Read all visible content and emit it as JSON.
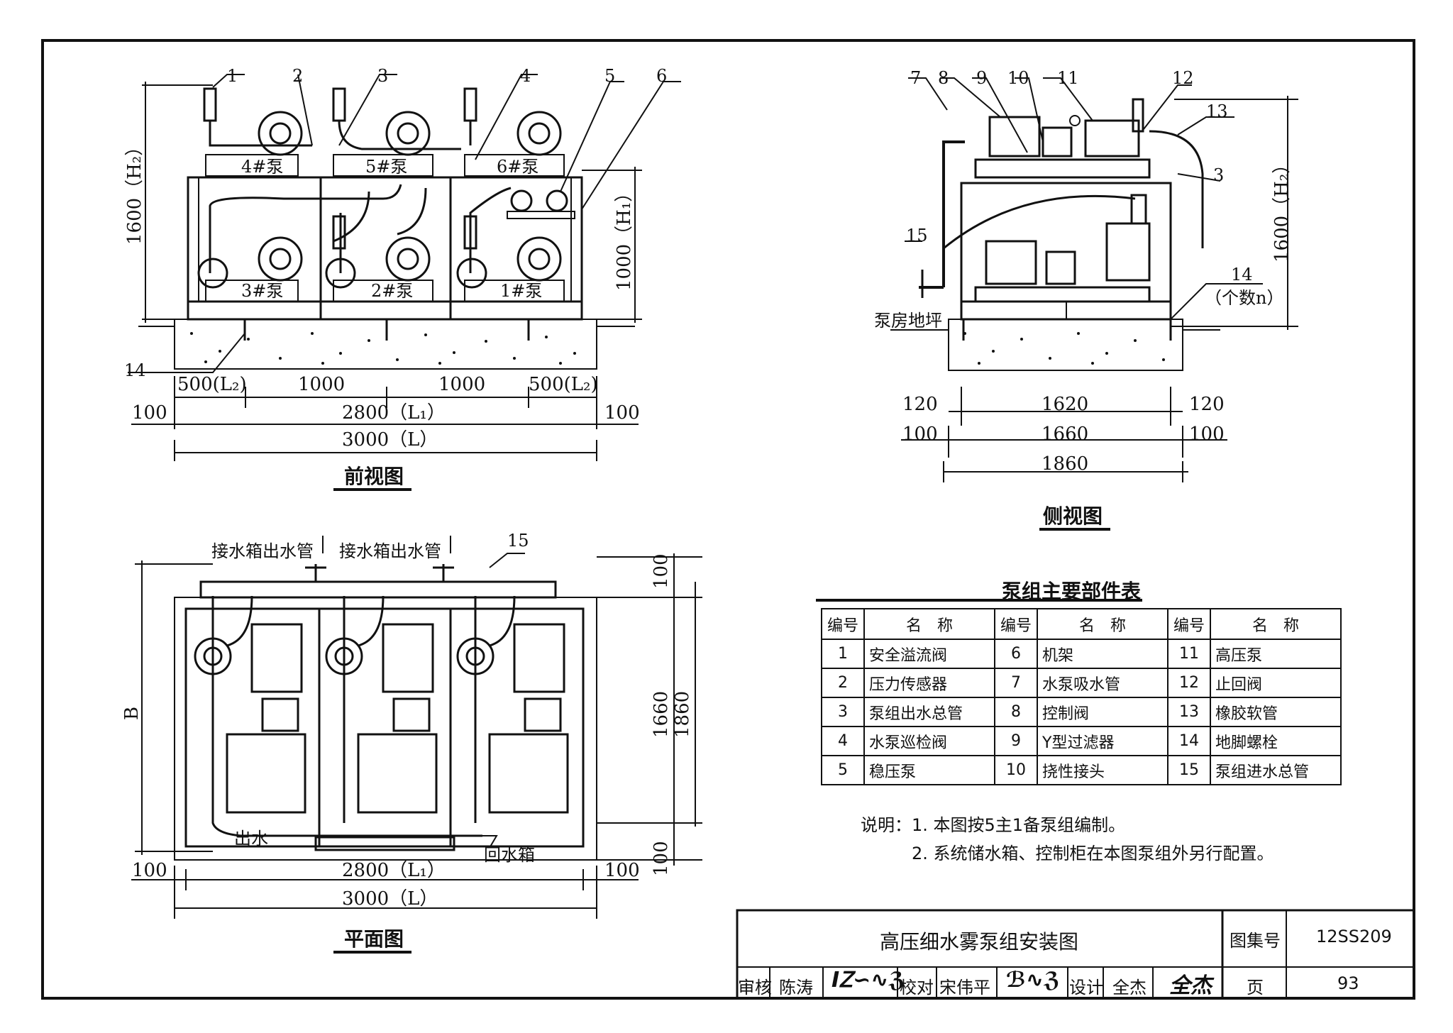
{
  "front_view": {
    "caption": "前视图",
    "callouts": [
      "1",
      "2",
      "3",
      "4",
      "5",
      "6",
      "14"
    ],
    "pumps_top": [
      "4#泵",
      "5#泵",
      "6#泵"
    ],
    "pumps_bottom": [
      "3#泵",
      "2#泵",
      "1#泵"
    ],
    "dim_h2": "1600（H₂）",
    "dim_h1": "1000（H₁）",
    "dims_row1": [
      "500(L₂)",
      "1000",
      "1000",
      "500(L₂)"
    ],
    "dims_row2": [
      "100",
      "2800（L₁）",
      "100"
    ],
    "dims_row3": "3000（L）"
  },
  "side_view": {
    "caption": "侧视图",
    "callouts": [
      "7",
      "8",
      "9",
      "10",
      "11",
      "12",
      "13",
      "3",
      "15",
      "14"
    ],
    "callout_14_note": "（个数n）",
    "floor_label": "泵房地坪",
    "dim_h2": "1600（H₂）",
    "dims_row1": [
      "120",
      "1620",
      "120"
    ],
    "dims_row2": [
      "100",
      "1660",
      "100"
    ],
    "dims_row3": "1860"
  },
  "plan_view": {
    "caption": "平面图",
    "inlet_labels": [
      "接水箱出水管",
      "接水箱出水管"
    ],
    "callout": "15",
    "outlet_label": "出水",
    "return_label": "回水箱",
    "dim_b": "B",
    "dims_right": [
      "100",
      "1660",
      "1860",
      "100"
    ],
    "dims_row1": [
      "100",
      "2800（L₁）",
      "100"
    ],
    "dims_row2": "3000（L）"
  },
  "parts_table": {
    "title": "泵组主要部件表",
    "headers": [
      "编号",
      "名　称",
      "编号",
      "名　称",
      "编号",
      "名　称"
    ],
    "rows": [
      [
        "1",
        "安全溢流阀",
        "6",
        "机架",
        "11",
        "高压泵"
      ],
      [
        "2",
        "压力传感器",
        "7",
        "水泵吸水管",
        "12",
        "止回阀"
      ],
      [
        "3",
        "泵组出水总管",
        "8",
        "控制阀",
        "13",
        "橡胶软管"
      ],
      [
        "4",
        "水泵巡检阀",
        "9",
        "Y型过滤器",
        "14",
        "地脚螺栓"
      ],
      [
        "5",
        "稳压泵",
        "10",
        "挠性接头",
        "15",
        "泵组进水总管"
      ]
    ]
  },
  "notes": {
    "label": "说明：",
    "items": [
      "1. 本图按5主1备泵组编制。",
      "2. 系统储水箱、控制柜在本图泵组外另行配置。"
    ]
  },
  "title_block": {
    "title": "高压细水雾泵组安装图",
    "atlas_label": "图集号",
    "atlas_no": "12SS209",
    "review_label": "审核",
    "reviewer": "陈涛",
    "check_label": "校对",
    "checker": "宋伟平",
    "design_label": "设计",
    "designer": "全杰",
    "page_label": "页",
    "page_no": "93"
  }
}
